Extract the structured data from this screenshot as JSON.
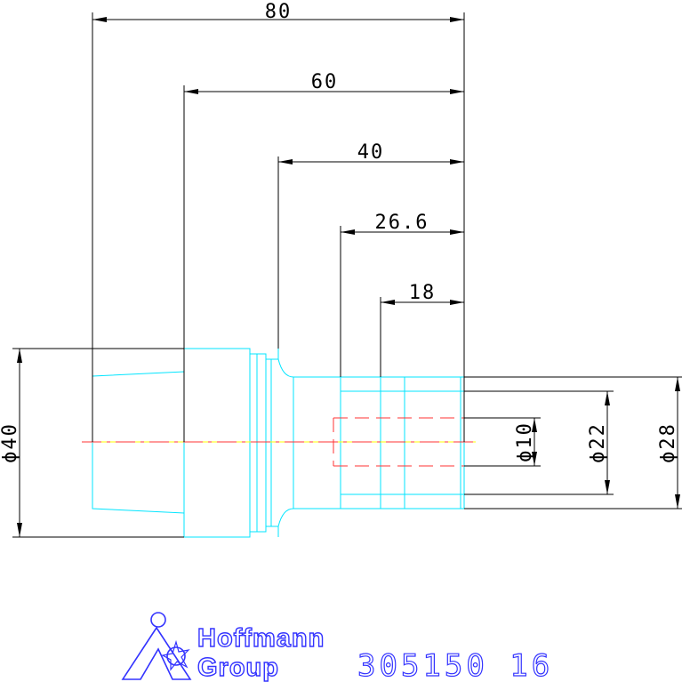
{
  "dimensions": {
    "length_80": "80",
    "length_60": "60",
    "length_40": "40",
    "length_26_6": "26.6",
    "length_18": "18",
    "dia_40": "ϕ40",
    "dia_10": "ϕ10",
    "dia_22": "ϕ22",
    "dia_28": "ϕ28"
  },
  "logo": {
    "line1": "Hoffmann",
    "line2": "Group"
  },
  "part_number": "305150 16",
  "colors": {
    "dimension": "#000000",
    "outline": "#00e5ff",
    "hidden": "#ff3333",
    "centerline": "#ffff00",
    "brand": "#3333ff"
  }
}
